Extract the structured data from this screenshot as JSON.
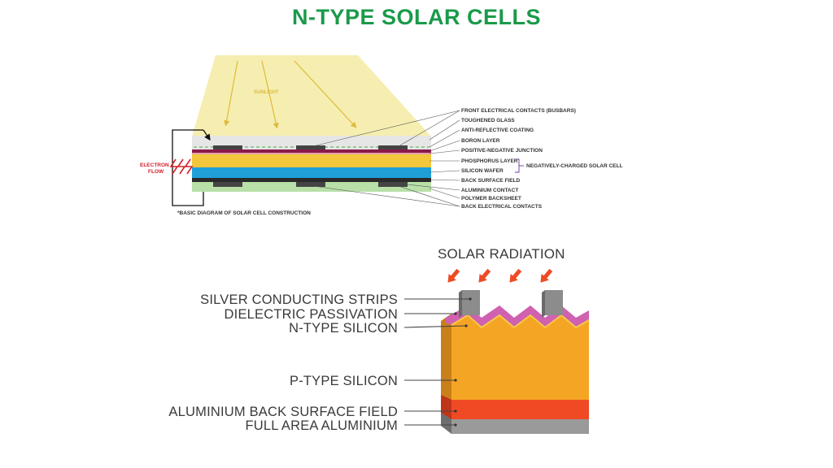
{
  "title": "N-TYPE SOLAR CELLS",
  "colors": {
    "title": "#1a9a4a",
    "sunlight": "#f5eeb0",
    "glass": "#e6e6e6",
    "boron": "#8a1a4a",
    "phosphorus": "#f2c73b",
    "wafer": "#1e9fd8",
    "backsheet": "#b8e0a8",
    "contact": "#444444",
    "electron_flow": "#d4212a",
    "p_type": "#f5a524",
    "passivation": "#d060b0",
    "bsf": "#ef4a24",
    "aluminium": "#9a9a9a",
    "radiation_arrow": "#ef4a24"
  },
  "diagram_top": {
    "sunlight_label": "SUNLIGHT",
    "electron_flow_label_1": "ELECTRON",
    "electron_flow_label_2": "FLOW",
    "caption": "*BASIC DIAGRAM OF SOLAR CELL CONSTRUCTION",
    "bracket_label": "NEGATIVELY-CHARGED SOLAR CELL",
    "layers": [
      "FRONT ELECTRICAL CONTACTS (BUSBARS)",
      "TOUGHENED GLASS",
      "ANTI-REFLECTIVE COATING",
      "BORON LAYER",
      "POSITIVE-NEGATIVE JUNCTION",
      "PHOSPHORUS LAYER",
      "SILICON WAFER",
      "BACK SURFACE FIELD",
      "ALUMINIUM CONTACT",
      "POLYMER BACKSHEET",
      "BACK ELECTRICAL CONTACTS"
    ]
  },
  "diagram_bottom": {
    "radiation_label": "SOLAR RADIATION",
    "layers": [
      "SILVER CONDUCTING STRIPS",
      "DIELECTRIC PASSIVATION",
      "N-TYPE SILICON",
      "P-TYPE SILICON",
      "ALUMINIUM BACK SURFACE FIELD",
      "FULL AREA ALUMINIUM"
    ]
  }
}
